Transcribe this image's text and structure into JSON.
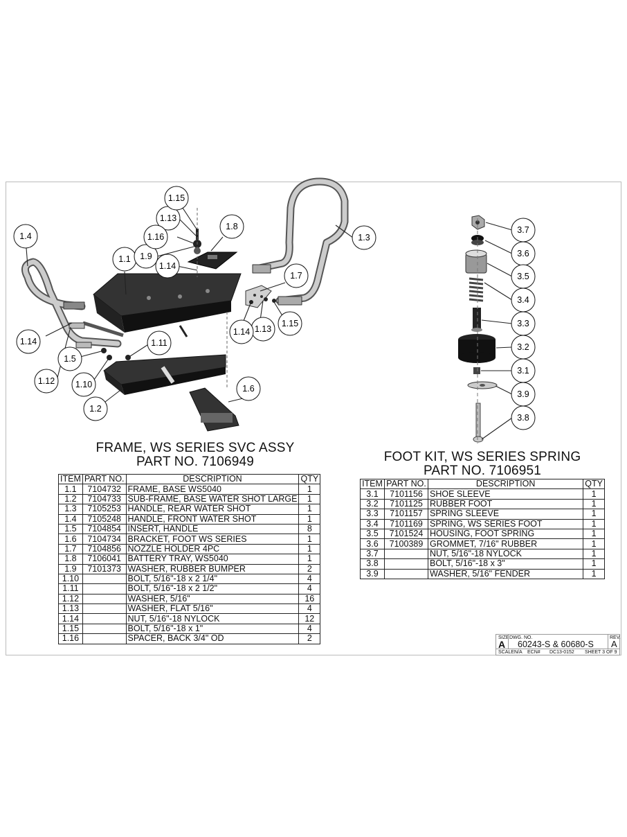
{
  "frame": {
    "title_line1": "FRAME, WS SERIES SVC ASSY",
    "title_line2": "PART NO. 7106949",
    "headers": [
      "ITEM",
      "PART NO.",
      "DESCRIPTION",
      "QTY"
    ],
    "rows": [
      [
        "1.1",
        "7104732",
        "FRAME, BASE WS5040",
        "1"
      ],
      [
        "1.2",
        "7104733",
        "SUB-FRAME, BASE WATER SHOT LARGE",
        "1"
      ],
      [
        "1.3",
        "7105253",
        "HANDLE, REAR WATER SHOT",
        "1"
      ],
      [
        "1.4",
        "7105248",
        "HANDLE, FRONT WATER SHOT",
        "1"
      ],
      [
        "1.5",
        "7104854",
        "INSERT, HANDLE",
        "8"
      ],
      [
        "1.6",
        "7104734",
        "BRACKET, FOOT WS SERIES",
        "1"
      ],
      [
        "1.7",
        "7104856",
        "NOZZLE HOLDER 4PC",
        "1"
      ],
      [
        "1.8",
        "7106041",
        "BATTERY TRAY, WS5040",
        "1"
      ],
      [
        "1.9",
        "7101373",
        "WASHER, RUBBER BUMPER",
        "2"
      ],
      [
        "1.10",
        "",
        "BOLT, 5/16\"-18 x 2 1/4\"",
        "4"
      ],
      [
        "1.11",
        "",
        "BOLT, 5/16\"-18 x 2 1/2\"",
        "4"
      ],
      [
        "1.12",
        "",
        "WASHER, 5/16\"",
        "16"
      ],
      [
        "1.13",
        "",
        "WASHER, FLAT 5/16\"",
        "4"
      ],
      [
        "1.14",
        "",
        "NUT, 5/16\"-18 NYLOCK",
        "12"
      ],
      [
        "1.15",
        "",
        "BOLT, 5/16\"-18 x 1\"",
        "4"
      ],
      [
        "1.16",
        "",
        "SPACER, BACK 3/4\" OD",
        "2"
      ]
    ],
    "callouts": [
      "1.1",
      "1.2",
      "1.3",
      "1.4",
      "1.5",
      "1.6",
      "1.7",
      "1.8",
      "1.9",
      "1.10",
      "1.11",
      "1.12",
      "1.13",
      "1.14",
      "1.15",
      "1.16"
    ]
  },
  "foot": {
    "title_line1": "FOOT KIT, WS SERIES SPRING",
    "title_line2": "PART NO. 7106951",
    "headers": [
      "ITEM",
      "PART NO.",
      "DESCRIPTION",
      "QTY"
    ],
    "rows": [
      [
        "3.1",
        "7101156",
        "SHOE SLEEVE",
        "1"
      ],
      [
        "3.2",
        "7101125",
        "RUBBER FOOT",
        "1"
      ],
      [
        "3.3",
        "7101157",
        "SPRING SLEEVE",
        "1"
      ],
      [
        "3.4",
        "7101169",
        "SPRING, WS SERIES FOOT",
        "1"
      ],
      [
        "3.5",
        "7101524",
        "HOUSING, FOOT SPRING",
        "1"
      ],
      [
        "3.6",
        "7100389",
        "GROMMET, 7/16\" RUBBER",
        "1"
      ],
      [
        "3.7",
        "",
        "NUT, 5/16\"-18 NYLOCK",
        "1"
      ],
      [
        "3.8",
        "",
        "BOLT, 5/16\"-18 x 3\"",
        "1"
      ],
      [
        "3.9",
        "",
        "WASHER, 5/16\" FENDER",
        "1"
      ]
    ],
    "callouts": [
      "3.1",
      "3.2",
      "3.3",
      "3.4",
      "3.5",
      "3.6",
      "3.7",
      "3.8",
      "3.9"
    ]
  },
  "titleblock": {
    "size_label": "SIZE",
    "size": "A",
    "dwg_label": "DWG. NO.",
    "dwg_no": "60243-S & 60680-S",
    "rev_label": "REV.",
    "rev": "A",
    "scale_label": "SCALE:",
    "scale": "N/A",
    "ecn_label": "ECN#",
    "ecn": "DC13-0152",
    "sheet": "SHEET 3 OF 9"
  }
}
